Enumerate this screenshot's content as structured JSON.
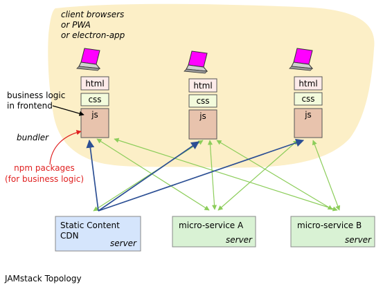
{
  "client_cloud": {
    "caption": [
      "client browsers",
      "or PWA",
      "or electron-app"
    ]
  },
  "stack": {
    "html_label": "html",
    "css_label": "css",
    "js_label": "js"
  },
  "annotations": {
    "business_logic": [
      "business logic",
      "in frontend"
    ],
    "bundler": "bundler",
    "npm_packages": [
      "npm packages",
      "(for business logic)"
    ]
  },
  "servers": {
    "cdn": {
      "title_lines": [
        "Static Content",
        "CDN"
      ],
      "role": "server"
    },
    "micro_a": {
      "title": "micro-service A",
      "role": "server"
    },
    "micro_b": {
      "title": "micro-service B",
      "role": "server"
    }
  },
  "footer": {
    "title": "JAMstack Topology"
  },
  "colors": {
    "cloud": "#fcefc7",
    "html_box": "#fdebe9",
    "css_box": "#f3fbdc",
    "js_box": "#e8c3ad",
    "cdn_box": "#d5e5fc",
    "service_box": "#d9f2d4",
    "blue_arrow": "#2c4f94",
    "green_arrow": "#8ccd5a",
    "red_text": "#e02020",
    "laptop_screen": "#ff00ff"
  }
}
